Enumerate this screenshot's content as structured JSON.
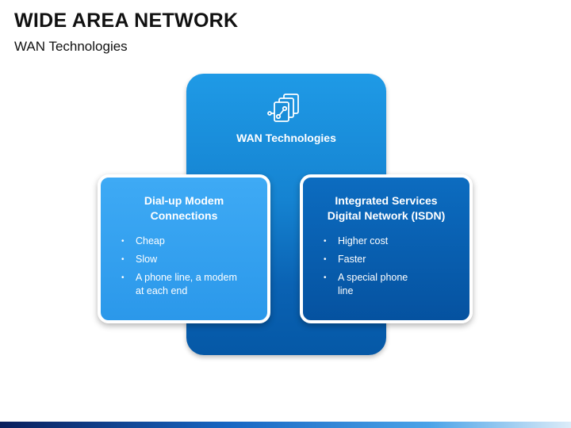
{
  "title": "WIDE AREA NETWORK",
  "subtitle": "WAN Technologies",
  "center": {
    "icon": "network-documents-icon",
    "label": "WAN Technologies"
  },
  "left_card": {
    "title_line1": "Dial-up Modem",
    "title_line2": "Connections",
    "bullets": [
      "Cheap",
      "Slow",
      "A phone line, a modem at each end"
    ]
  },
  "right_card": {
    "title_line1": "Integrated Services",
    "title_line2": "Digital Network (ISDN)",
    "bullets": [
      "Higher cost",
      "Faster",
      "A special phone line"
    ]
  },
  "colors": {
    "center": "#1583d1",
    "left_card": "#2b98ea",
    "right_card": "#0a62b3",
    "text": "#111111"
  }
}
